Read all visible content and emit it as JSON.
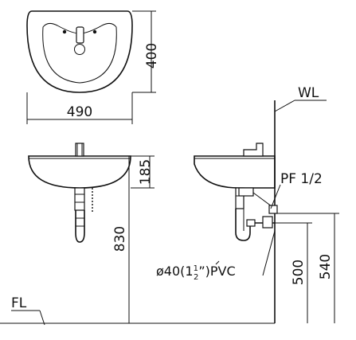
{
  "top_view": {
    "width_label": "490",
    "depth_label": "400"
  },
  "front_view": {
    "basin_height_label": "185",
    "rim_height_label": "830",
    "floor_label": "FL"
  },
  "side_view": {
    "wall_label": "WL",
    "supply_label": "PF 1/2",
    "waste_label_prefix": "ø40(1",
    "waste_label_fraction_num": "1",
    "waste_label_fraction_den": "2",
    "waste_label_suffix": "”)PVC",
    "trap_height_label": "500",
    "supply_height_label": "540"
  }
}
